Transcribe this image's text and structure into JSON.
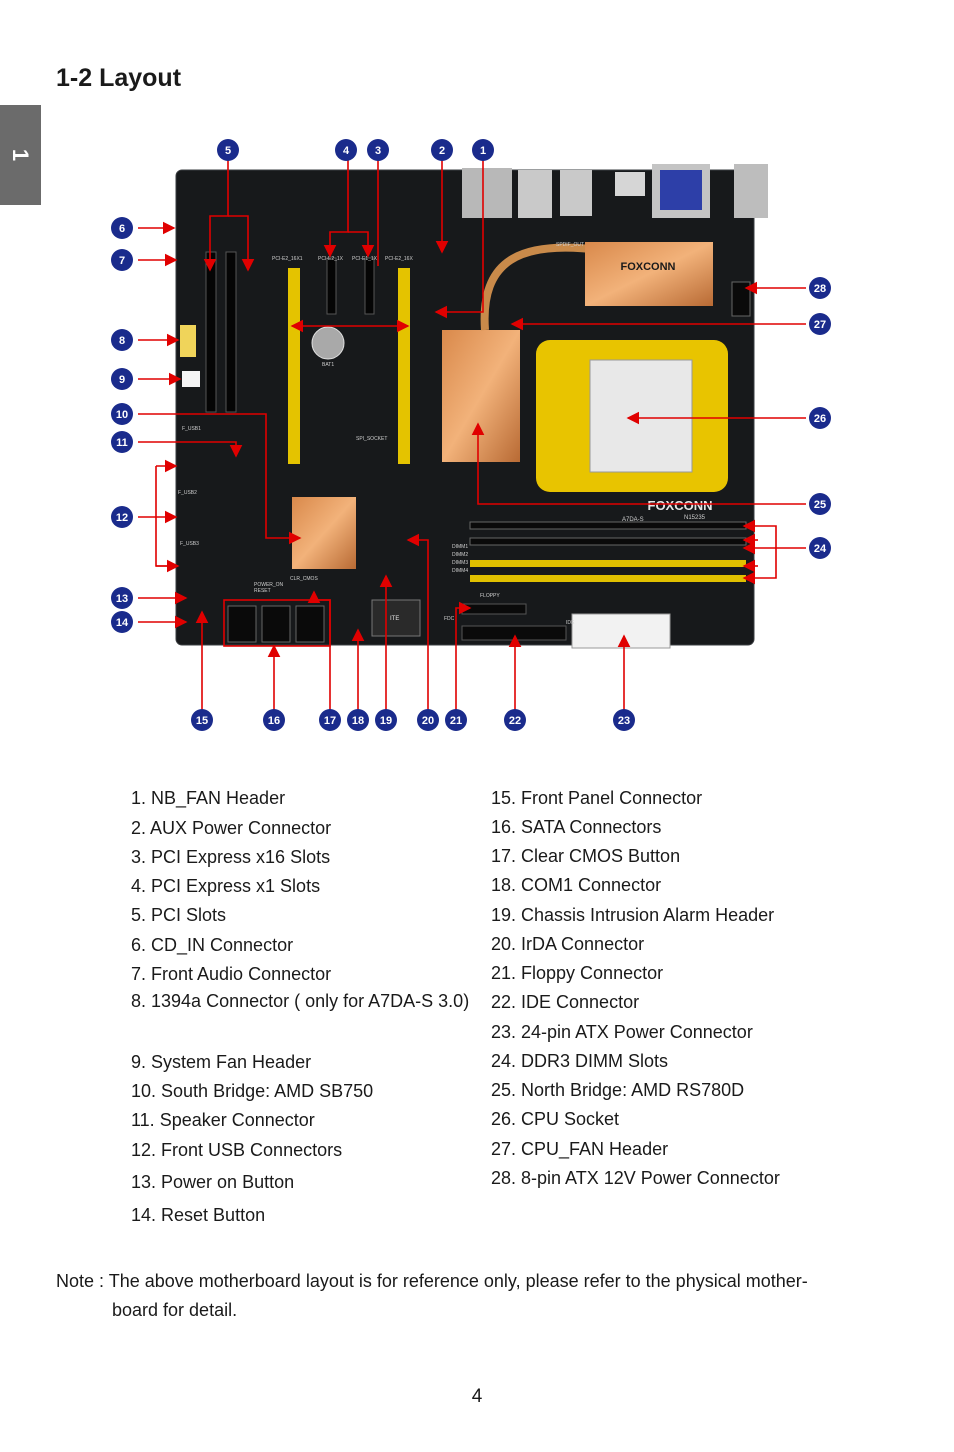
{
  "chapter_tab": "1",
  "title": "1-2 Layout",
  "board": {
    "brand": "FOXCONN",
    "model": "A7DA-S",
    "silk_labels": {
      "pcie16_1": "PCI-E2_16X1",
      "pcie1_1": "PCI-E2_1X",
      "pcie1_2": "PCI-E1_1X",
      "pcie16_2": "PCI-E2_16X",
      "bat": "BAT1",
      "spi": "SPI_SOCKET",
      "usb1": "F_USB1",
      "usb2": "F_USB2",
      "usb3": "F_USB3",
      "power": "POWER_ON",
      "reset": "RESET",
      "clr": "CLR_CMOS",
      "floppy": "FLOPPY",
      "dimm1": "DIMM1",
      "dimm2": "DIMM2",
      "dimm3": "DIMM3",
      "dimm4": "DIMM4",
      "serial": "N15235",
      "spdif": "SPDIF_OUT",
      "ide": "IDE",
      "fdc": "FDC",
      "ite": "ITE"
    }
  },
  "callouts": [
    "1",
    "2",
    "3",
    "4",
    "5",
    "6",
    "7",
    "8",
    "9",
    "10",
    "11",
    "12",
    "13",
    "14",
    "15",
    "16",
    "17",
    "18",
    "19",
    "20",
    "21",
    "22",
    "23",
    "24",
    "25",
    "26",
    "27",
    "28"
  ],
  "legend_left": [
    "1. NB_FAN Header",
    "2. AUX Power Connector",
    "3. PCI Express x16 Slots",
    "4. PCI Express x1 Slots",
    "5. PCI Slots",
    "6. CD_IN Connector",
    "7. Front Audio Connector",
    "8. 1394a Connector ( only for A7DA-S 3.0)",
    "9. System Fan Header",
    "10. South Bridge: AMD SB750",
    "11. Speaker Connector",
    "12. Front USB Connectors",
    "13. Power on Button",
    "14. Reset Button"
  ],
  "legend_right": [
    "15. Front Panel Connector",
    "16. SATA Connectors",
    "17. Clear CMOS Button",
    "18. COM1 Connector",
    "19. Chassis Intrusion Alarm Header",
    "20.  IrDA Connector",
    "21. Floppy Connector",
    "22. IDE Connector",
    "23. 24-pin ATX Power Connector",
    "24. DDR3 DIMM Slots",
    "25. North Bridge: AMD RS780D",
    "26. CPU Socket",
    "27. CPU_FAN Header",
    "28. 8-pin ATX 12V Power Connector"
  ],
  "note_line1": "Note : The above motherboard layout is for reference only, please refer to the physical  mother-",
  "note_line2": "board for detail.",
  "page_number": "4"
}
